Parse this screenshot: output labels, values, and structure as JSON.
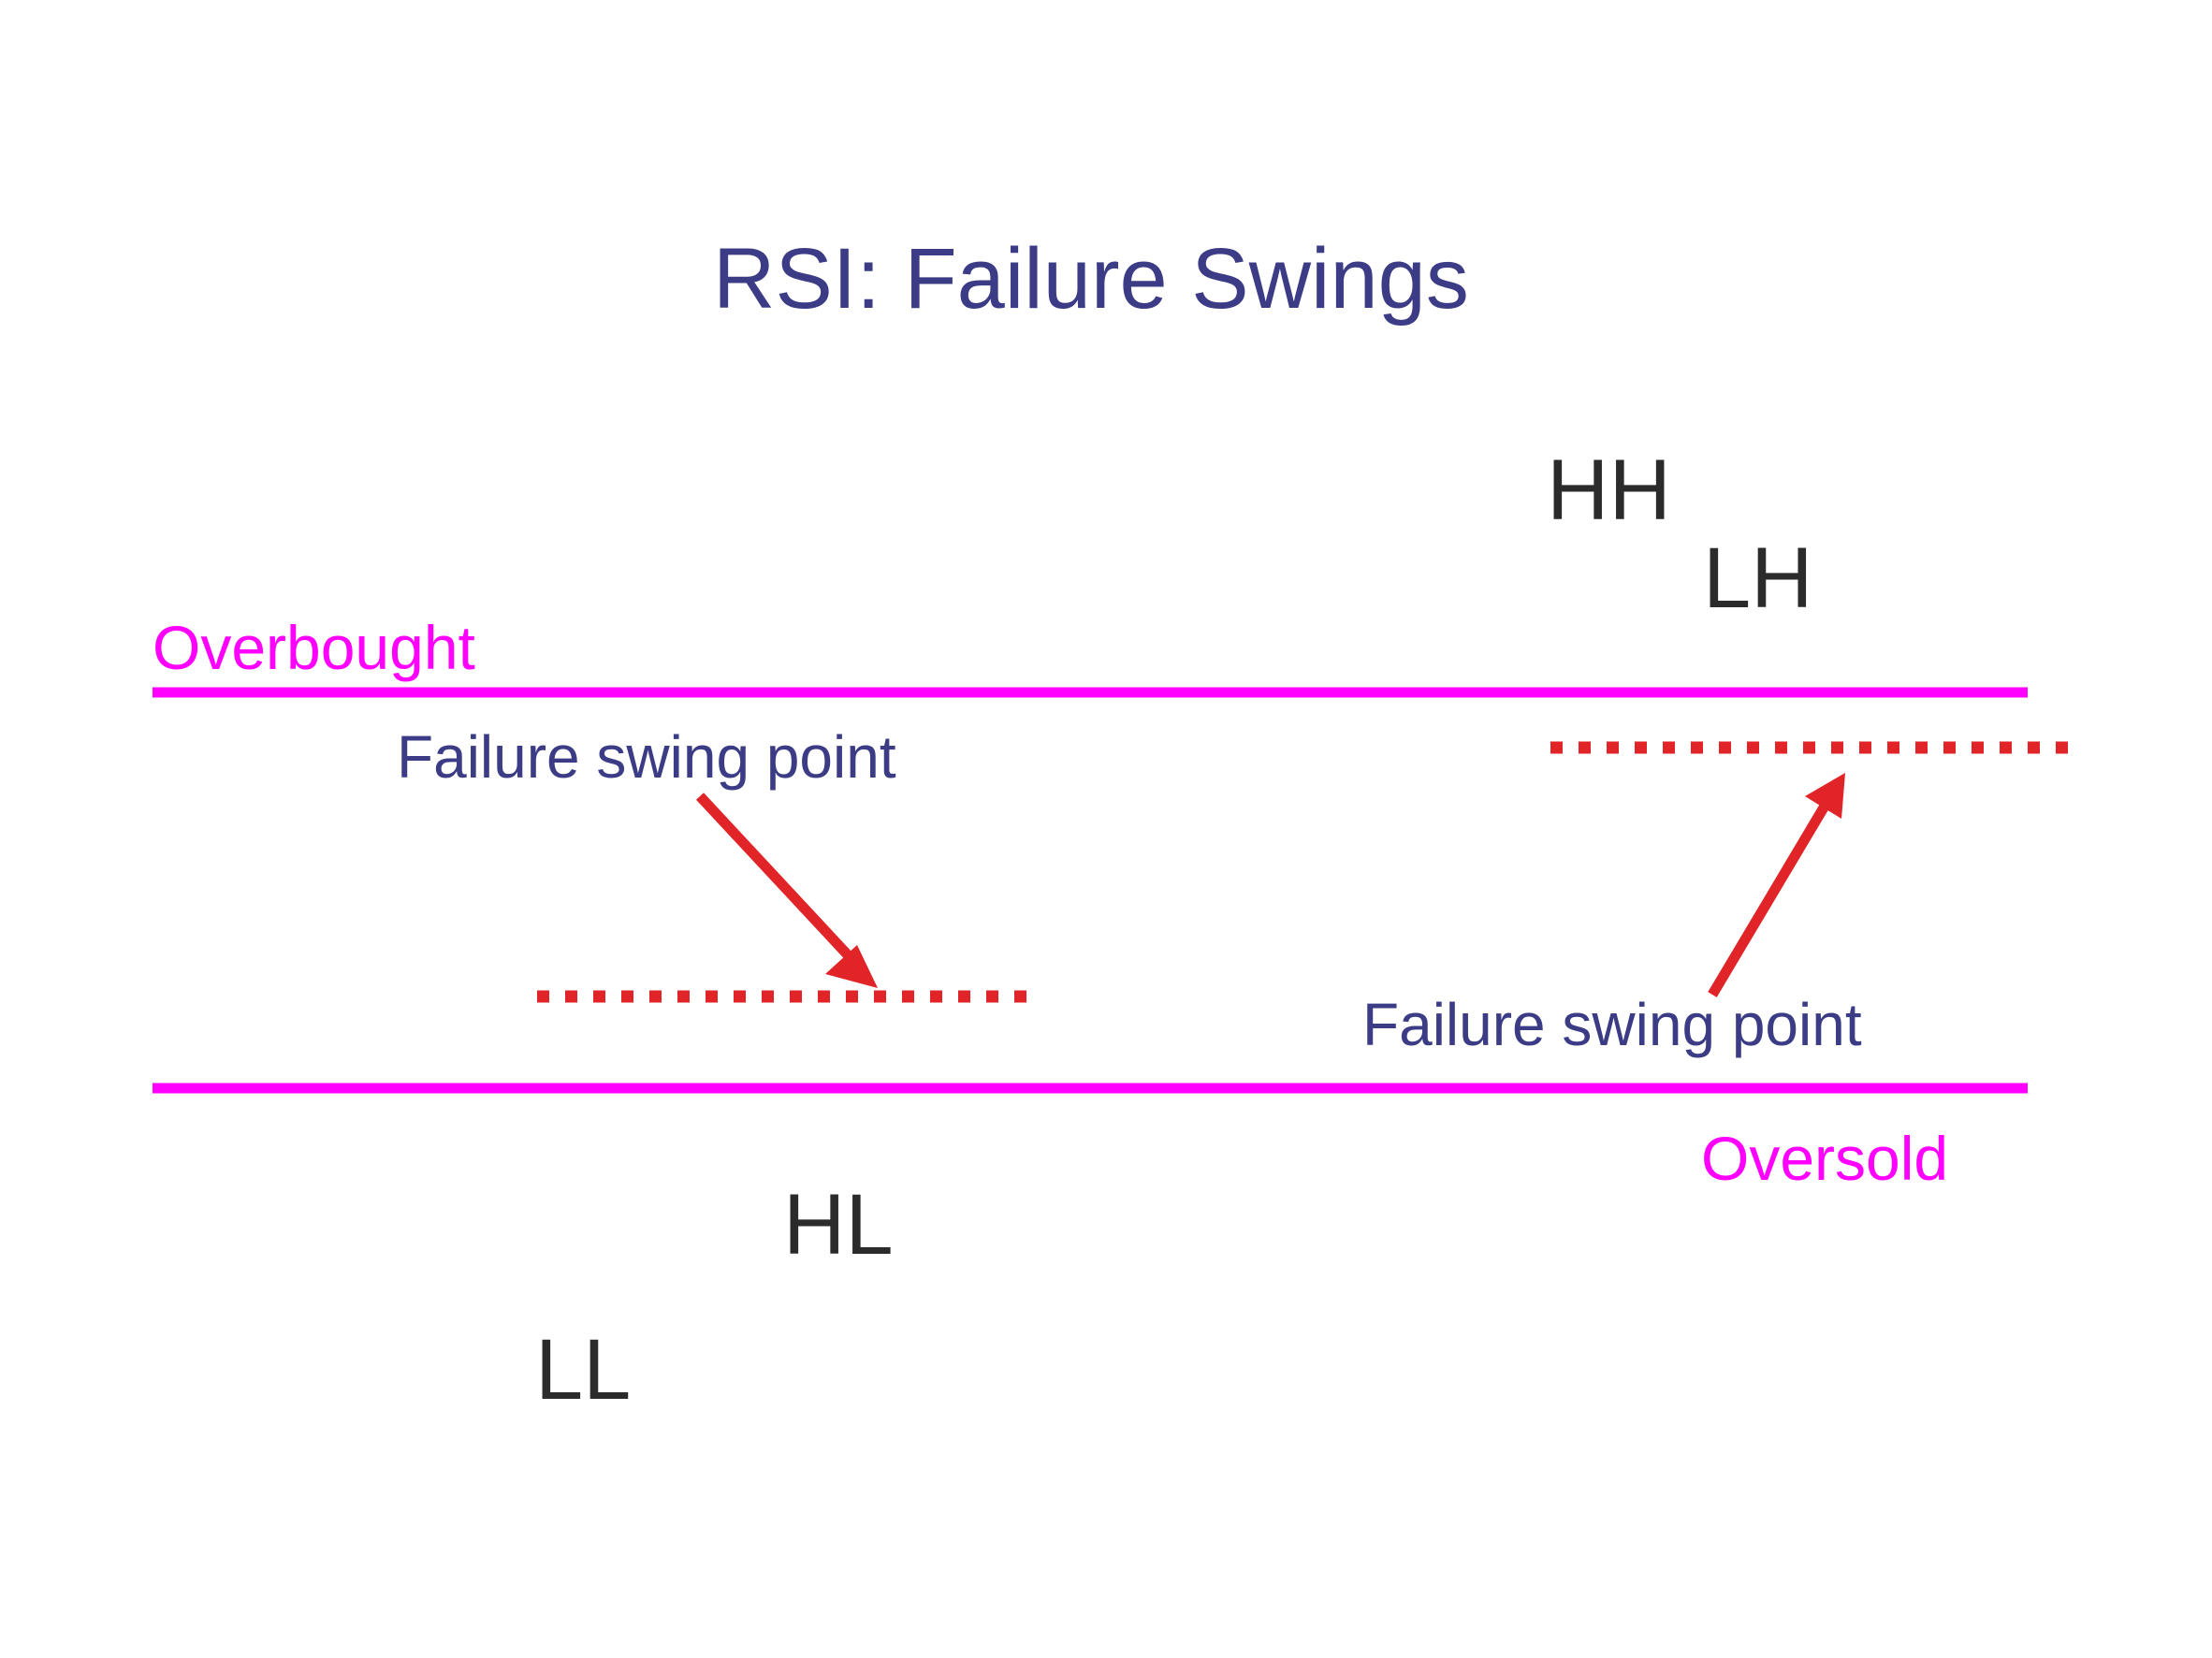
{
  "slide": {
    "title": "RSI: Failure Swings",
    "background_color": "#ffffff"
  },
  "colors": {
    "title_text": "#3b3c85",
    "annotation_text": "#3b3c85",
    "threshold_line": "#ff00ff",
    "threshold_label": "#ff00ff",
    "swing_marker": "#2b2b2b",
    "arrow": "#e02427",
    "dotted_level": "#e02427"
  },
  "threshold_bands": {
    "overbought": {
      "label": "Overbought",
      "line_color": "#ff00ff"
    },
    "oversold": {
      "label": "Oversold",
      "line_color": "#ff00ff"
    }
  },
  "annotations": {
    "left_failure_swing": {
      "label": "Failure swing point",
      "arrow_direction": "down-right",
      "arrow_color": "#e02427"
    },
    "right_failure_swing": {
      "label": "Failure swing point",
      "arrow_direction": "up-right",
      "arrow_color": "#e02427"
    }
  },
  "swing_markers": [
    {
      "id": "hh",
      "label": "HH",
      "meaning": "higher-high"
    },
    {
      "id": "lh",
      "label": "LH",
      "meaning": "lower-high"
    },
    {
      "id": "hl",
      "label": "HL",
      "meaning": "higher-low"
    },
    {
      "id": "ll",
      "label": "LL",
      "meaning": "lower-low"
    }
  ],
  "chart_data": {
    "type": "line",
    "title": "RSI: Failure Swings",
    "xlabel": "",
    "ylabel": "",
    "grid": false,
    "legend": "none",
    "ylim": [
      0,
      100
    ],
    "threshold_lines": [
      {
        "name": "Overbought",
        "value": 70,
        "color": "#ff00ff",
        "style": "solid"
      },
      {
        "name": "Oversold",
        "value": 30,
        "color": "#ff00ff",
        "style": "solid"
      }
    ],
    "failure_swing_levels": [
      {
        "name": "left failure swing point level",
        "value": 44,
        "color": "#e02427",
        "style": "dotted",
        "x_start": 0.22,
        "x_end": 0.47
      },
      {
        "name": "right failure swing point level",
        "value": 58,
        "color": "#e02427",
        "style": "dotted",
        "x_start": 0.7,
        "x_end": 0.94
      }
    ],
    "annotated_points": [
      {
        "label": "HH",
        "region": "above overbought",
        "x": 0.7,
        "y": 85
      },
      {
        "label": "LH",
        "region": "above overbought",
        "x": 0.77,
        "y": 79
      },
      {
        "label": "HL",
        "region": "below oversold",
        "x": 0.36,
        "y": 18
      },
      {
        "label": "LL",
        "region": "below oversold",
        "x": 0.24,
        "y": 9
      }
    ],
    "arrows": [
      {
        "label": "Failure swing point",
        "from": [
          0.32,
          65
        ],
        "to": [
          0.4,
          45
        ],
        "color": "#e02427"
      },
      {
        "label": "Failure swing point",
        "from": [
          0.77,
          45
        ],
        "to": [
          0.83,
          60
        ],
        "color": "#e02427"
      }
    ]
  }
}
